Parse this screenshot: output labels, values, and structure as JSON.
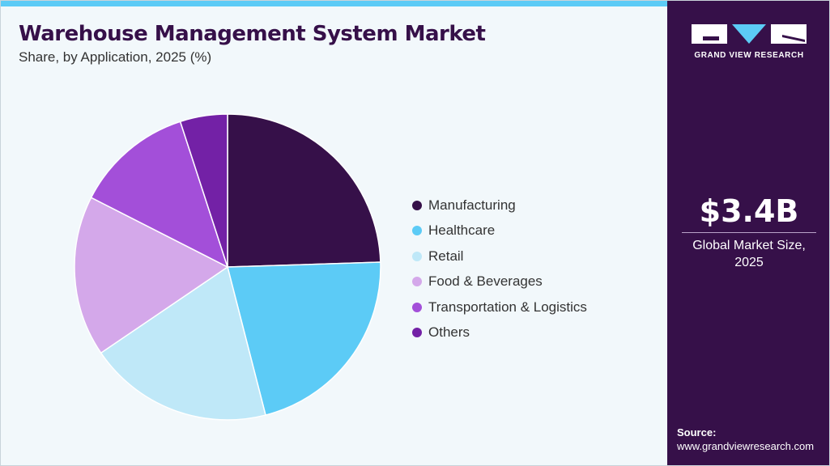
{
  "title": "Warehouse Management System Market",
  "subtitle": "Share, by Application, 2025 (%)",
  "chart_data": {
    "type": "pie",
    "categories": [
      "Manufacturing",
      "Healthcare",
      "Retail",
      "Food & Beverages",
      "Transportation & Logistics",
      "Others"
    ],
    "values": [
      24.5,
      21.5,
      19.5,
      17.0,
      12.5,
      5.0
    ],
    "colors": [
      "#361049",
      "#5ccbf6",
      "#bfe8f8",
      "#d4a8ea",
      "#a34fd9",
      "#7321a6"
    ],
    "start": "12 o'clock",
    "direction": "clockwise",
    "legend_position": "right"
  },
  "sidebar": {
    "brand": "GRAND VIEW RESEARCH",
    "market_size_value": "$3.4B",
    "market_size_label": "Global Market Size, 2025",
    "source_label": "Source:",
    "source_url": "www.grandviewresearch.com"
  },
  "colors": {
    "sidebar_bg": "#361049",
    "accent": "#5ccbf6",
    "panel_bg": "#f2f8fb"
  }
}
